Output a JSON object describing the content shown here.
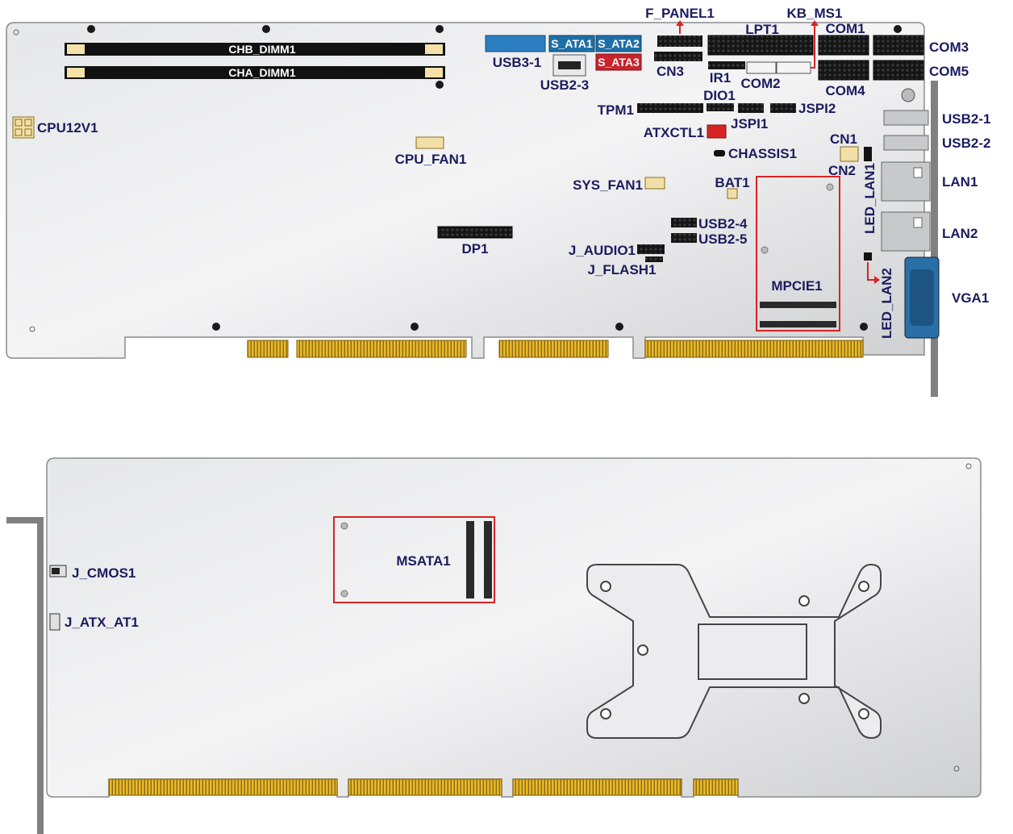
{
  "top_board": {
    "dimm_labels": [
      "CHB_DIMM1",
      "CHA_DIMM1"
    ],
    "labels": {
      "cpu12v1": "CPU12V1",
      "cpu_fan1": "CPU_FAN1",
      "dp1": "DP1",
      "usb3_1": "USB3-1",
      "usb2_3": "USB2-3",
      "s_ata1": "S_ATA1",
      "s_ata2": "S_ATA2",
      "s_ata3": "S_ATA3",
      "f_panel1": "F_PANEL1",
      "cn3": "CN3",
      "lpt1": "LPT1",
      "kb_ms1": "KB_MS1",
      "com1": "COM1",
      "com2": "COM2",
      "com3": "COM3",
      "com4": "COM4",
      "com5": "COM5",
      "ir1": "IR1",
      "dio1": "DIO1",
      "tpm1": "TPM1",
      "jspi1": "JSPI1",
      "jspi2": "JSPI2",
      "atxctl1": "ATXCTL1",
      "chassis1": "CHASSIS1",
      "cn1": "CN1",
      "cn2": "CN2",
      "bat1": "BAT1",
      "sys_fan1": "SYS_FAN1",
      "usb2_4": "USB2-4",
      "usb2_5": "USB2-5",
      "j_audio1": "J_AUDIO1",
      "j_flash1": "J_FLASH1",
      "mpcie1": "MPCIE1",
      "led_lan1": "LED_LAN1",
      "led_lan2": "LED_LAN2",
      "usb2_1": "USB2-1",
      "usb2_2": "USB2-2",
      "lan1": "LAN1",
      "lan2": "LAN2",
      "vga1": "VGA1"
    }
  },
  "bottom_board": {
    "labels": {
      "msata1": "MSATA1",
      "j_cmos1": "J_CMOS1",
      "j_atx_at1": "J_ATX_AT1"
    }
  },
  "colors": {
    "label": "#1c1c5e",
    "board": "#d9dadc",
    "highlight": "#d62424",
    "gold": "#d4a21c",
    "sata": "#1e6fa6",
    "sata3": "#c8242c",
    "usb3": "#2b7fc0"
  }
}
